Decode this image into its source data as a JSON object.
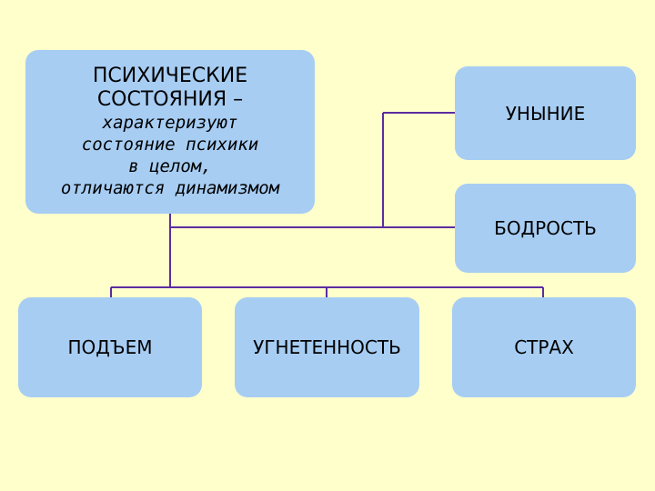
{
  "diagram": {
    "main": {
      "title_line1": "ПСИХИЧЕСКИЕ",
      "title_line2": "СОСТОЯНИЯ –",
      "desc_line1": "характеризуют",
      "desc_line2": "состояние психики",
      "desc_line3": "в целом,",
      "desc_line4": "отличаются динамизмом"
    },
    "states": {
      "despondency": "УНЫНИЕ",
      "vigor": "БОДРОСТЬ",
      "uplift": "ПОДЪЕМ",
      "depression": "УГНЕТЕННОСТЬ",
      "fear": "СТРАХ"
    },
    "colors": {
      "background": "#ffffcc",
      "box_fill": "#a7cdf3",
      "connector": "#5b2ca0"
    }
  }
}
